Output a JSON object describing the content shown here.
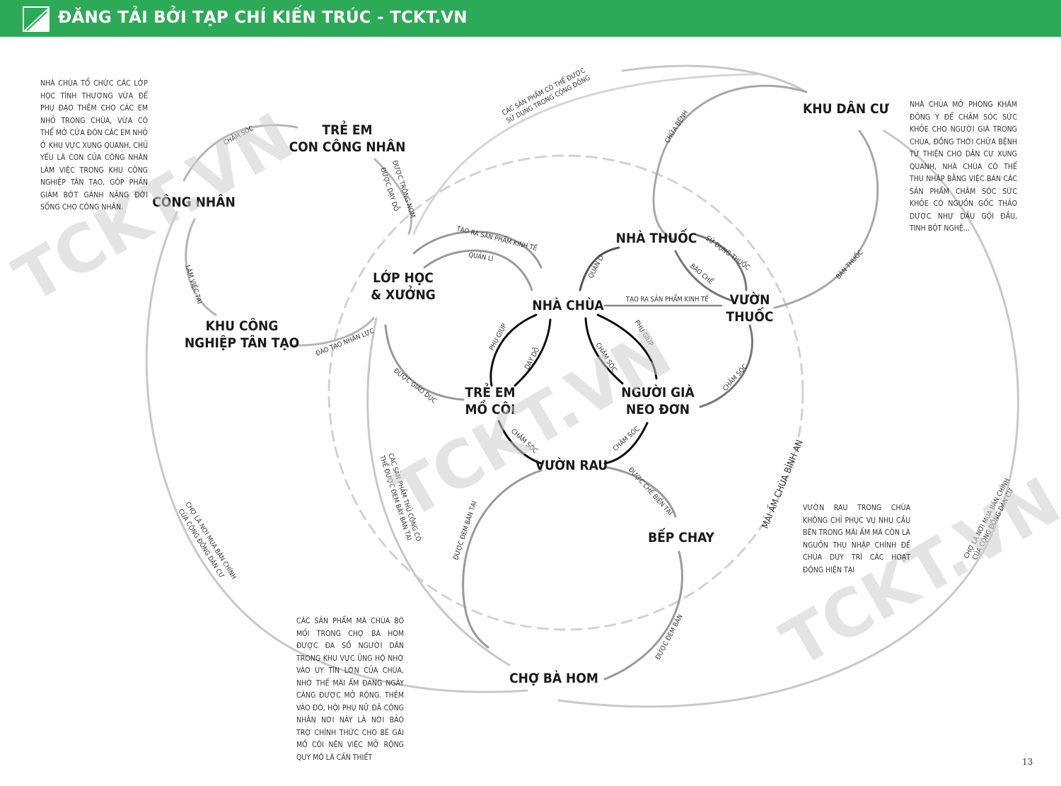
{
  "banner": {
    "title": "ĐĂNG TẢI BỞI TẠP CHÍ KIẾN TRÚC - TCKT.VN",
    "background_color": "#2daa57",
    "logo_icon": "tckt-logo-icon"
  },
  "watermark": "TCKT.VN",
  "nodes": {
    "tre_em_cong_nhan": [
      "TRẺ EM",
      "CON CÔNG NHÂN"
    ],
    "cong_nhan": [
      "CÔNG NHÂN"
    ],
    "khu_cong_nghiep": [
      "KHU CÔNG",
      "NGHIỆP TÂN TẠO"
    ],
    "lop_hoc": [
      "LỚP HỌC",
      "& XƯỞNG"
    ],
    "nha_chua": [
      "NHÀ CHÙA"
    ],
    "nha_thuoc": [
      "NHÀ THUỐC"
    ],
    "vuon_thuoc": [
      "VƯỜN",
      "THUỐC"
    ],
    "khu_dan_cu": [
      "KHU DÂN CƯ"
    ],
    "tre_em_mo_coi": [
      "TRẺ EM",
      "MỒ CÔI"
    ],
    "nguoi_gia": [
      "NGƯỜI GIÀ",
      "NEO ĐƠN"
    ],
    "vuon_rau": [
      "VƯỜN RAU"
    ],
    "bep_chay": [
      "BẾP CHAY"
    ],
    "cho_ba_hom": [
      "CHỢ BÀ HOM"
    ]
  },
  "edge_labels": {
    "cham_soc_top": "CHĂM SÓC",
    "duoc_trong_nom": "ĐƯỢC TRÔNG NOM",
    "duoc_day_do": "ĐƯỢC DẠY DỖ",
    "lam_viec_tai": "LÀM VIỆC TẠI",
    "dao_tao_nhan_luc": "ĐÀO TẠO NHÂN LỰC",
    "tao_ra_san_pham_1": "TẠO RA SẢN PHẨM KINH TẾ",
    "quan_li_1": "QUẢN LÍ",
    "quan_li_2": "QUẢN LÍ",
    "su_dung_thuoc": "SỬ DỤNG THUỐC",
    "bao_che": "BÀO CHẾ",
    "chua_benh": "CHỮA BỆNH",
    "ban_thuoc": "BÁN THUỐC",
    "tao_ra_san_pham_2": "TẠO RA SẢN PHẨM KINH TẾ",
    "cac_san_pham_1": "CÁC SẢN PHẨM CÓ THỂ ĐƯỢC",
    "cac_san_pham_2": "SỬ DỤNG TRONG CỘNG ĐỒNG",
    "phu_giup_left": "PHỤ GIÚP",
    "day_do": "DẠY DỖ",
    "phu_giup_right": "PHỤ GIÚP",
    "cham_soc_mid": "CHĂM SÓC",
    "cham_soc_vuon_thuoc": "CHĂM SÓC",
    "duoc_giao_duc": "ĐƯỢC GIÁO DỤC",
    "cham_soc_left_low": "CHĂM SÓC",
    "cham_soc_right_low": "CHĂM SÓC",
    "duoc_che_bien_tai": "ĐƯỢC CHẾ BIẾN TẠI",
    "duoc_dem_ban_tai": "ĐƯỢC ĐEM BÁN TẠI",
    "duoc_dem_ban": "ĐƯỢC ĐEM BÁN",
    "thu_cong_1": "CÁC SẢN PHẨM THỦ CÔNG CÓ",
    "thu_cong_2": "THỂ ĐƯỢC ĐEM BÀY BÁN TẠI",
    "mai_am": "MÁI ẤM CHÙA BÌNH AN",
    "cho_left_1": "CHỢ LÀ NƠI MUA BÁN CHÍNH",
    "cho_left_2": "CỦA CỘNG ĐỒNG DÂN CƯ",
    "cho_right_1": "CHỢ LÀ NƠI MUA BÁN CHÍNH",
    "cho_right_2": "CỦA CỘNG ĐỒNG DÂN CƯ"
  },
  "paragraphs": {
    "top_left": "NHÀ CHÙA TỔ CHỨC CÁC LỚP HỌC TÌNH THƯƠNG VỪA ĐỂ PHỤ ĐẠO THÊM CHO CÁC EM NHỎ TRONG CHÙA, VỪA CÓ THỂ MỞ CỬA ĐÓN CÁC EM NHỎ Ở KHU VỰC XUNG QUANH, CHỦ YẾU LÀ CON CỦA CÔNG NHÂN LÀM VIỆC TRONG KHU CÔNG NGHIỆP TÂN TẠO, GÓP PHẦN GIẢM BỚT GÁNH NẶNG ĐỜI SỐNG CHO CÔNG NHÂN.",
    "top_right": "NHÀ CHÙA MỞ PHÒNG KHÁM ĐÔNG Y ĐỂ CHĂM SÓC SỨC KHỎE CHO NGƯỜI GIÀ TRONG CHÙA, ĐỒNG THỜI CHỮA BỆNH TỪ THIỆN CHO DÂN CƯ XUNG QUANH, NHÀ CHÙA CÓ THỂ THU NHẬP BẰNG VIỆC BÁN CÁC SẢN PHẨM CHĂM SÓC SỨC KHỎE CÓ NGUỒN GỐC THẢO DƯỢC NHƯ DẦU GỘI ĐẦU, TINH BỘT NGHỆ...",
    "bottom_right": "VƯỜN RAU TRONG CHÙA KHÔNG CHỈ PHỤC VỤ NHU CẦU BÊN TRONG MÁI ẤM MÀ CÒN LÀ NGUỒN THU NHẬP CHÍNH ĐỂ CHÙA DUY TRÌ CÁC HOẠT ĐỘNG HIỆN TẠI",
    "bottom_left": "CÁC SẢN PHẨM MÀ CHÙA BÒ MỐI TRONG CHỢ BÀ HOM ĐƯỢC ĐA SỐ NGƯỜI DÂN TRONG KHU VỰC ỦNG HỘ NHỜ VÀO UY TÍN LỚN CỦA CHÙA, NHỜ THẾ MÁI ẤM ĐANG NGÀY CÀNG ĐƯỢC MỞ RỘNG. THÊM VÀO ĐÓ, HỘI PHỤ NỮ ĐÃ CÔNG NHÂN NƠI NÀY LÀ NƠI BẢO TRỢ CHÍNH THỨC CHO BÉ GÁI MỒ CÔI NÊN VIỆC MỞ RỘNG QUY MÔ LÀ CẦN THIẾT"
  },
  "page_number": "13"
}
